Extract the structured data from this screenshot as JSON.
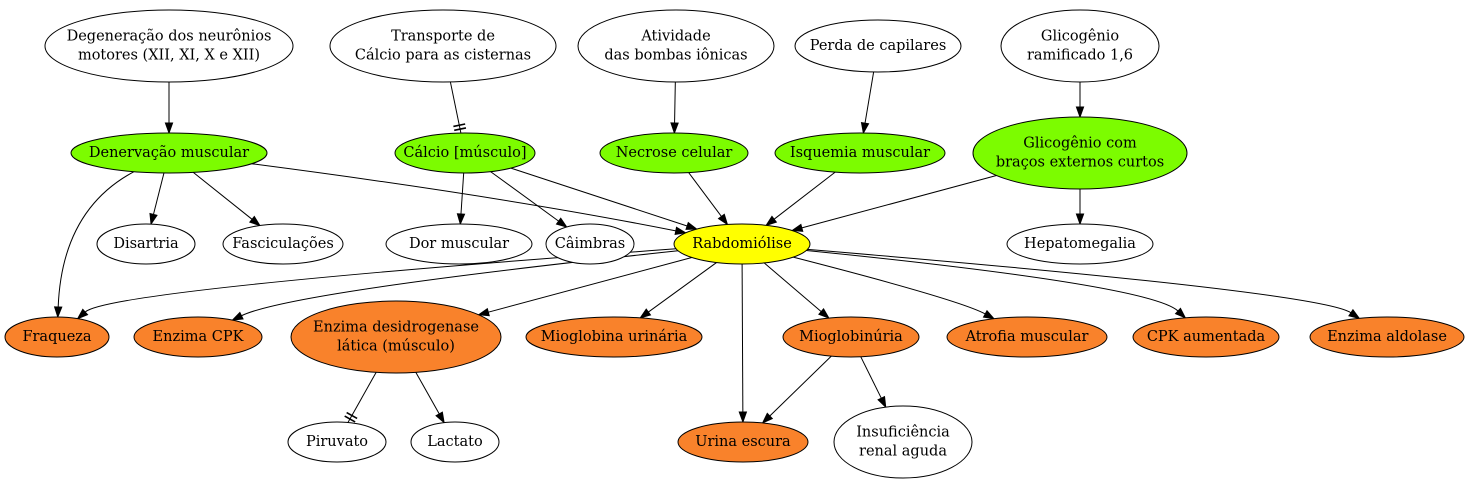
{
  "colors": {
    "white": "#ffffff",
    "green": "#7cfc00",
    "yellow": "#ffff00",
    "orange": "#f9822b"
  },
  "nodes": [
    {
      "id": "degeneracao",
      "lines": [
        "Degeneração dos neurônios",
        "motores (XII, XI, X e XII)"
      ],
      "color": "white"
    },
    {
      "id": "transporte",
      "lines": [
        "Transporte de",
        "Cálcio para as cisternas"
      ],
      "color": "white"
    },
    {
      "id": "atividade",
      "lines": [
        "Atividade",
        "das bombas iônicas"
      ],
      "color": "white"
    },
    {
      "id": "perda",
      "lines": [
        "Perda de capilares"
      ],
      "color": "white"
    },
    {
      "id": "glicogenio-ram",
      "lines": [
        "Glicogênio",
        "ramificado 1,6"
      ],
      "color": "white"
    },
    {
      "id": "denervacao",
      "lines": [
        "Denervação muscular"
      ],
      "color": "green"
    },
    {
      "id": "calcio",
      "lines": [
        "Cálcio [músculo]"
      ],
      "color": "green"
    },
    {
      "id": "necrose",
      "lines": [
        "Necrose celular"
      ],
      "color": "green"
    },
    {
      "id": "isquemia",
      "lines": [
        "Isquemia muscular"
      ],
      "color": "green"
    },
    {
      "id": "glicogenio-curto",
      "lines": [
        "Glicogênio com",
        "braços externos curtos"
      ],
      "color": "green"
    },
    {
      "id": "disartria",
      "lines": [
        "Disartria"
      ],
      "color": "white"
    },
    {
      "id": "fasciculacoes",
      "lines": [
        "Fasciculações"
      ],
      "color": "white"
    },
    {
      "id": "dor",
      "lines": [
        "Dor muscular"
      ],
      "color": "white"
    },
    {
      "id": "caimbras",
      "lines": [
        "Câimbras"
      ],
      "color": "white"
    },
    {
      "id": "rabdo",
      "lines": [
        "Rabdomiólise"
      ],
      "color": "yellow"
    },
    {
      "id": "hepato",
      "lines": [
        "Hepatomegalia"
      ],
      "color": "white"
    },
    {
      "id": "fraqueza",
      "lines": [
        "Fraqueza"
      ],
      "color": "orange"
    },
    {
      "id": "cpk",
      "lines": [
        "Enzima CPK"
      ],
      "color": "orange"
    },
    {
      "id": "ldh",
      "lines": [
        "Enzima desidrogenase",
        "lática (músculo)"
      ],
      "color": "orange"
    },
    {
      "id": "mioglobina-urinaria",
      "lines": [
        "Mioglobina urinária"
      ],
      "color": "orange"
    },
    {
      "id": "mioglobinuria",
      "lines": [
        "Mioglobinúria"
      ],
      "color": "orange"
    },
    {
      "id": "atrofia",
      "lines": [
        "Atrofia muscular"
      ],
      "color": "orange"
    },
    {
      "id": "cpk-aumentada",
      "lines": [
        "CPK aumentada"
      ],
      "color": "orange"
    },
    {
      "id": "aldolase",
      "lines": [
        "Enzima aldolase"
      ],
      "color": "orange"
    },
    {
      "id": "piruvato",
      "lines": [
        "Piruvato"
      ],
      "color": "white"
    },
    {
      "id": "lactato",
      "lines": [
        "Lactato"
      ],
      "color": "white"
    },
    {
      "id": "urina",
      "lines": [
        "Urina escura"
      ],
      "color": "orange"
    },
    {
      "id": "insuficiencia",
      "lines": [
        "Insuficiência",
        "renal aguda"
      ],
      "color": "white"
    }
  ],
  "edges": [
    {
      "from": "degeneracao",
      "to": "denervacao",
      "head": "arrow"
    },
    {
      "from": "transporte",
      "to": "calcio",
      "head": "tee"
    },
    {
      "from": "atividade",
      "to": "necrose",
      "head": "arrow"
    },
    {
      "from": "perda",
      "to": "isquemia",
      "head": "arrow"
    },
    {
      "from": "glicogenio-ram",
      "to": "glicogenio-curto",
      "head": "arrow"
    },
    {
      "from": "denervacao",
      "to": "disartria",
      "head": "arrow"
    },
    {
      "from": "denervacao",
      "to": "fasciculacoes",
      "head": "arrow"
    },
    {
      "from": "denervacao",
      "to": "fraqueza",
      "head": "arrow"
    },
    {
      "from": "denervacao",
      "to": "rabdo",
      "head": "arrow"
    },
    {
      "from": "calcio",
      "to": "dor",
      "head": "arrow"
    },
    {
      "from": "calcio",
      "to": "caimbras",
      "head": "arrow"
    },
    {
      "from": "calcio",
      "to": "rabdo",
      "head": "arrow"
    },
    {
      "from": "necrose",
      "to": "rabdo",
      "head": "arrow"
    },
    {
      "from": "isquemia",
      "to": "rabdo",
      "head": "arrow"
    },
    {
      "from": "glicogenio-curto",
      "to": "rabdo",
      "head": "arrow"
    },
    {
      "from": "glicogenio-curto",
      "to": "hepato",
      "head": "arrow"
    },
    {
      "from": "rabdo",
      "to": "fraqueza",
      "head": "arrow"
    },
    {
      "from": "rabdo",
      "to": "cpk",
      "head": "arrow"
    },
    {
      "from": "rabdo",
      "to": "ldh",
      "head": "arrow"
    },
    {
      "from": "rabdo",
      "to": "mioglobina-urinaria",
      "head": "arrow"
    },
    {
      "from": "rabdo",
      "to": "urina",
      "head": "arrow"
    },
    {
      "from": "rabdo",
      "to": "mioglobinuria",
      "head": "arrow"
    },
    {
      "from": "rabdo",
      "to": "atrofia",
      "head": "arrow"
    },
    {
      "from": "rabdo",
      "to": "cpk-aumentada",
      "head": "arrow"
    },
    {
      "from": "rabdo",
      "to": "aldolase",
      "head": "arrow"
    },
    {
      "from": "ldh",
      "to": "piruvato",
      "head": "tee"
    },
    {
      "from": "ldh",
      "to": "lactato",
      "head": "arrow"
    },
    {
      "from": "mioglobinuria",
      "to": "urina",
      "head": "arrow"
    },
    {
      "from": "mioglobinuria",
      "to": "insuficiencia",
      "head": "arrow"
    }
  ]
}
